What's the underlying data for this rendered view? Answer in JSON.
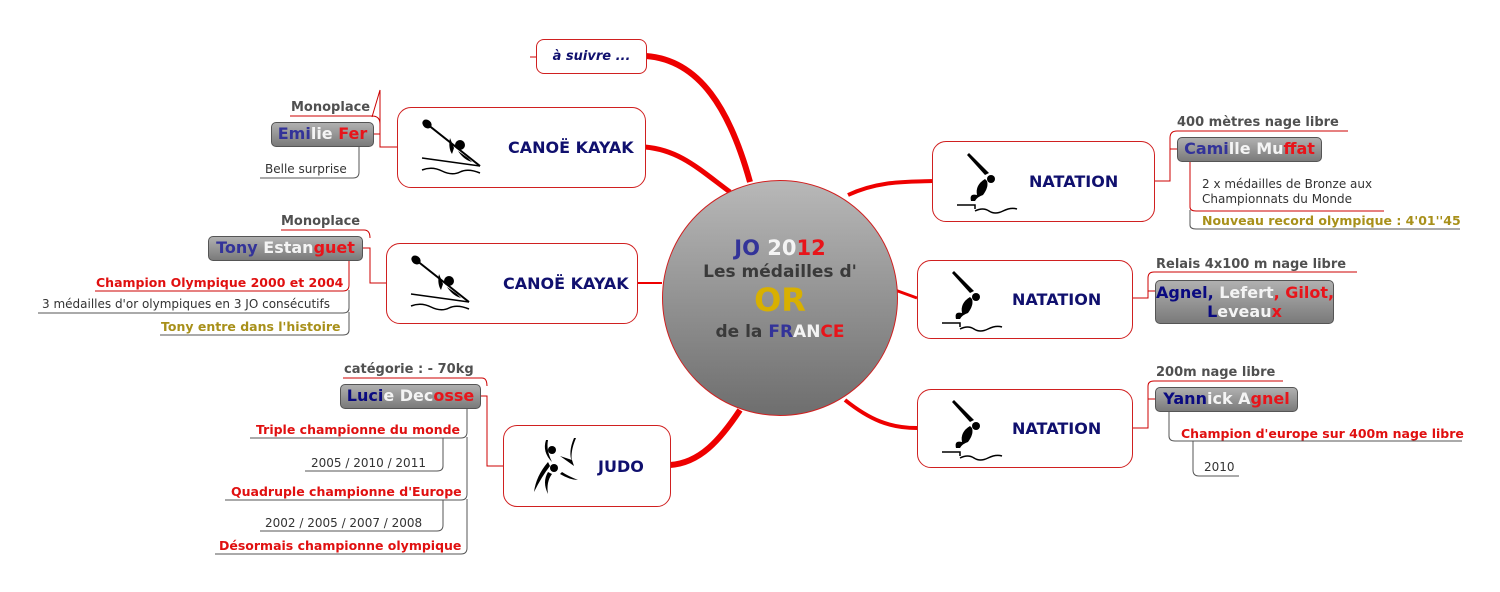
{
  "center": {
    "line1": [
      {
        "t": "JO ",
        "c": "b"
      },
      {
        "t": "20",
        "c": "w"
      },
      {
        "t": "12",
        "c": "r"
      }
    ],
    "line2": "Les médailles d'",
    "line3": "OR",
    "line4_prefix": "de la ",
    "line4": [
      {
        "t": "FR",
        "c": "b"
      },
      {
        "t": "AN",
        "c": "w"
      },
      {
        "t": "CE",
        "c": "r"
      }
    ]
  },
  "topics": {
    "suivre": "à suivre ...",
    "canoe1": "CANOË KAYAK",
    "canoe2": "CANOË KAYAK",
    "judo": "JUDO",
    "nat1": "NATATION",
    "nat2": "NATATION",
    "nat3": "NATATION"
  },
  "emilie": {
    "category": "Monoplace",
    "name": [
      {
        "t": "Emi",
        "c": "b"
      },
      {
        "t": "lie ",
        "c": "w"
      },
      {
        "t": "Fer",
        "c": "r"
      }
    ],
    "notes": [
      "Belle surprise"
    ]
  },
  "tony": {
    "category": "Monoplace",
    "name": [
      {
        "t": "Tony ",
        "c": "b"
      },
      {
        "t": "Estan",
        "c": "w"
      },
      {
        "t": "guet",
        "c": "r"
      }
    ],
    "notes": [
      "Champion Olympique 2000 et 2004",
      "3 médailles d'or olympiques en 3 JO consécutifs",
      "Tony entre dans l'histoire"
    ]
  },
  "lucie": {
    "category": "catégorie : - 70kg",
    "name": [
      {
        "t": "Luci",
        "c": "n"
      },
      {
        "t": "e Dec",
        "c": "w"
      },
      {
        "t": "osse",
        "c": "r"
      }
    ],
    "notes": [
      "Triple championne du monde",
      "2005 / 2010 / 2011",
      "Quadruple championne d'Europe",
      "2002 / 2005 / 2007 / 2008",
      "Désormais championne olympique"
    ]
  },
  "camille": {
    "category": "400 mètres nage libre",
    "name": [
      {
        "t": "Cami",
        "c": "b"
      },
      {
        "t": "lle Mu",
        "c": "w"
      },
      {
        "t": "ffat",
        "c": "r"
      }
    ],
    "notes": [
      "2 x médailles de Bronze aux",
      "Championnats du Monde",
      "Nouveau record olympique : 4'01''45"
    ]
  },
  "relais": {
    "category": "Relais 4x100 m nage libre",
    "name": [
      {
        "t": "Agnel, ",
        "c": "n"
      },
      {
        "t": "Lefert",
        "c": "w"
      },
      {
        "t": ", Gilot,",
        "c": "r"
      }
    ],
    "name2": [
      {
        "t": "L",
        "c": "n"
      },
      {
        "t": "eveau",
        "c": "w"
      },
      {
        "t": "x",
        "c": "r"
      }
    ]
  },
  "yannick": {
    "category": "200m nage libre",
    "name": [
      {
        "t": "Yann",
        "c": "n"
      },
      {
        "t": "ick A",
        "c": "w"
      },
      {
        "t": "gnel",
        "c": "r"
      }
    ],
    "notes": [
      "Champion d'europe sur 400m nage libre",
      "2010"
    ]
  }
}
